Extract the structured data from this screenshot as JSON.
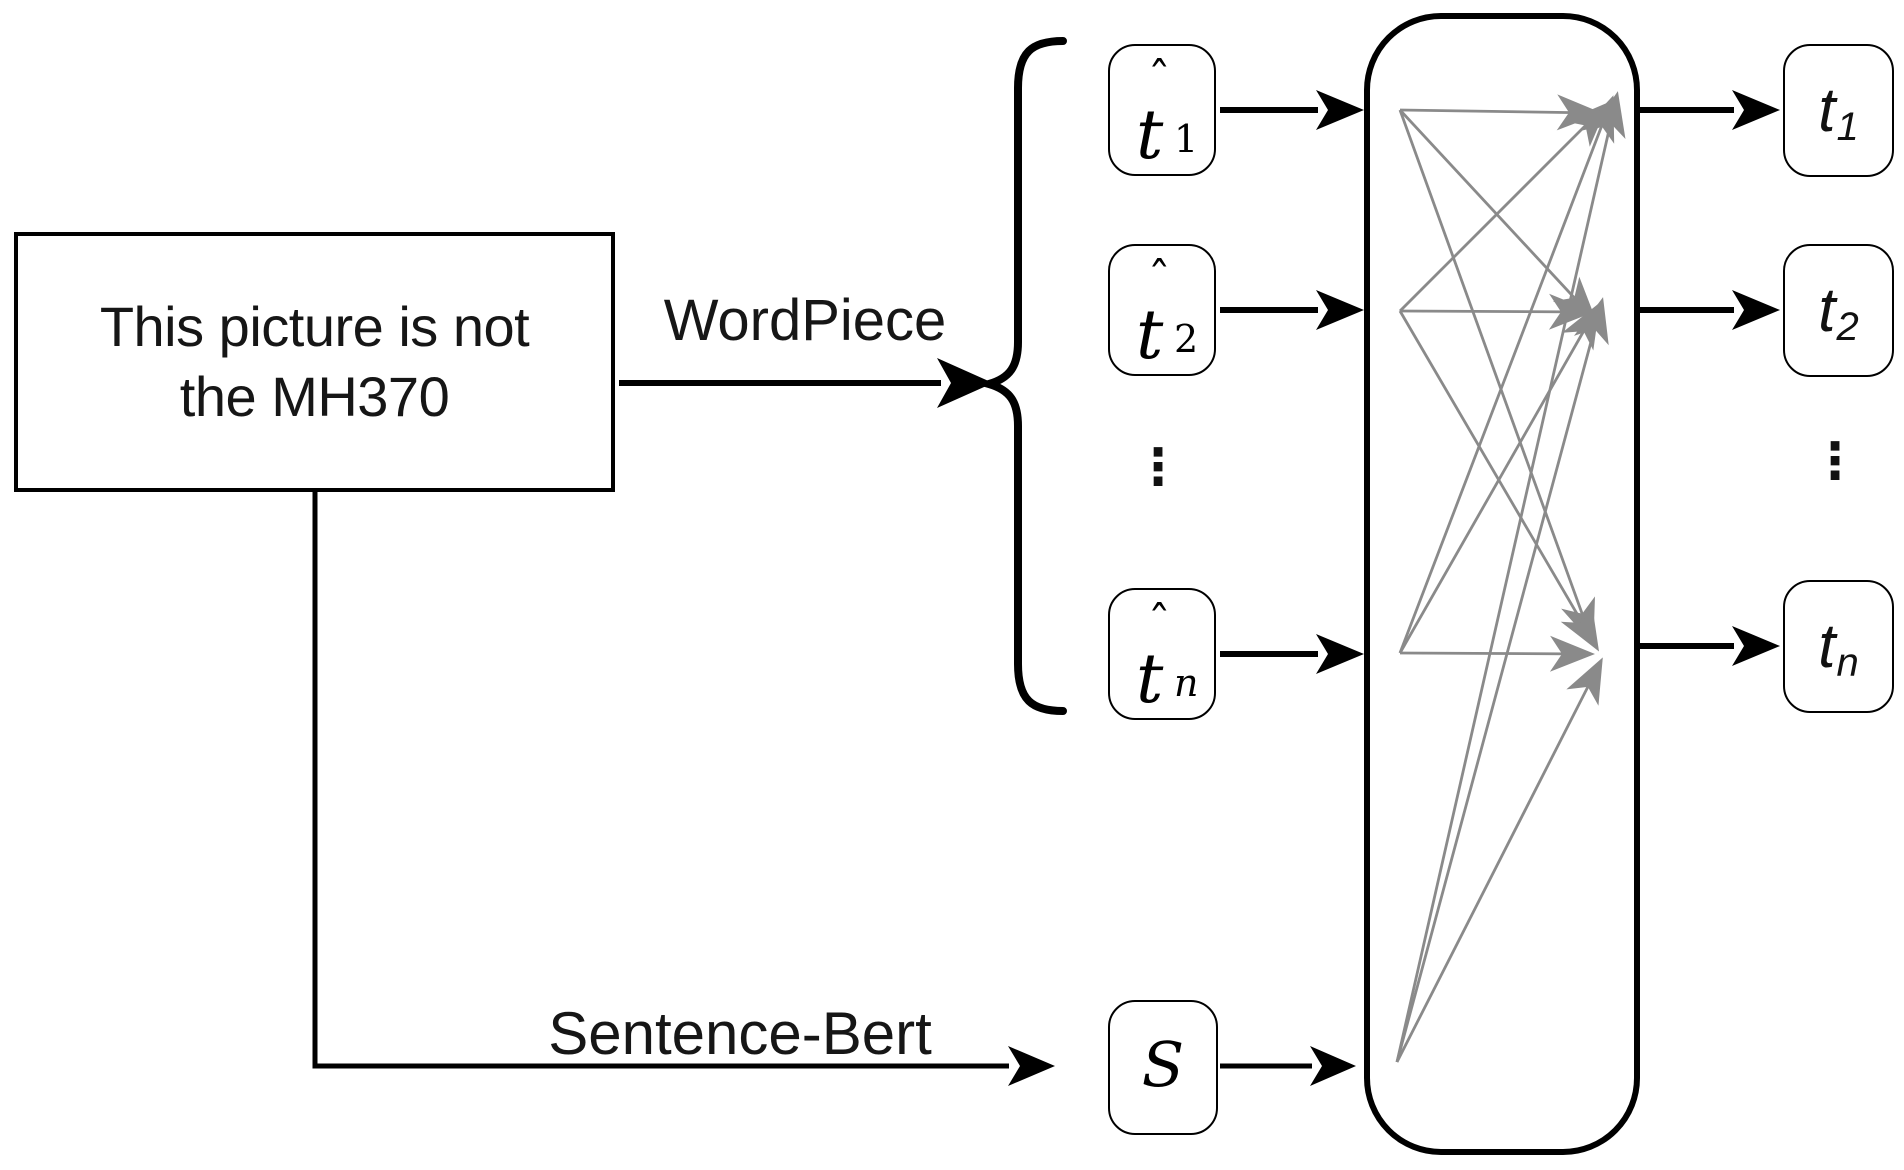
{
  "sentence_box": {
    "line1": "This picture is not",
    "line2": "the MH370"
  },
  "labels": {
    "wordpiece": "WordPiece",
    "sentence_bert": "Sentence-Bert"
  },
  "input_tokens": [
    {
      "hat": "ˆ",
      "main": "t",
      "sub": "1"
    },
    {
      "hat": "ˆ",
      "main": "t",
      "sub": "2"
    },
    {
      "hat": "ˆ",
      "main": "t",
      "sub": "n"
    }
  ],
  "s_token": {
    "main": "S"
  },
  "output_tokens": [
    {
      "main": "t",
      "sub": "1"
    },
    {
      "main": "t",
      "sub": "2"
    },
    {
      "main": "t",
      "sub": "n"
    }
  ],
  "ellipsis": "⋮",
  "colors": {
    "ink": "#000000",
    "attention_gray": "#8a8a8a",
    "background": "#ffffff"
  }
}
